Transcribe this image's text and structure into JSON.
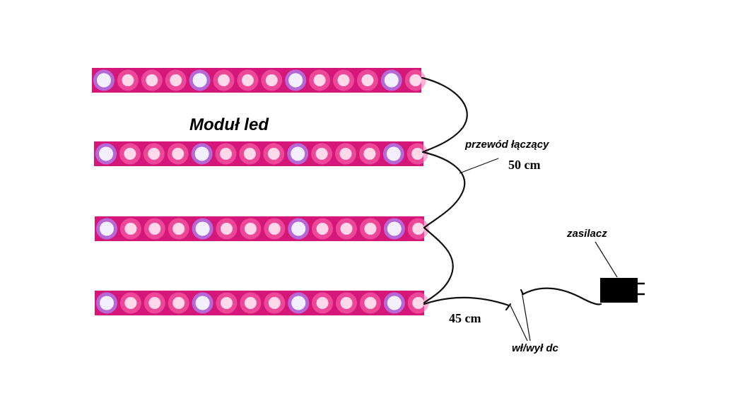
{
  "labels": {
    "module": "Moduł led",
    "connector_wire": "przewód łączący",
    "connector_length": "50 cm",
    "lead_length": "45 cm",
    "switch": "wł/wył dc",
    "power_supply": "zasilacz"
  },
  "strips": {
    "count": 4,
    "leds": [
      "white",
      "pink",
      "pink",
      "pink",
      "white",
      "pink",
      "pink",
      "pink",
      "white",
      "pink",
      "pink",
      "pink",
      "white",
      "pink"
    ]
  },
  "colors": {
    "strip": "#d6177a",
    "led_pink": "#ffd9ea",
    "led_white": "#f2f0ff",
    "wire": "#111111",
    "power_supply": "#000000"
  }
}
